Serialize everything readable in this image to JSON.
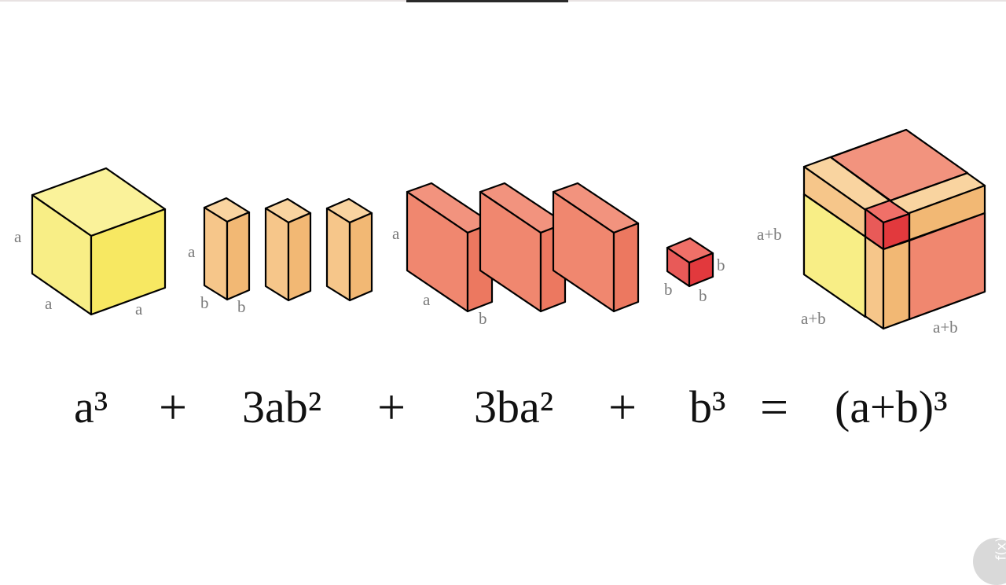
{
  "labels": {
    "cube_a_height": "a",
    "cube_a_depth": "a",
    "cube_a_width": "a",
    "rod_height": "a",
    "rod_depth": "b",
    "rod_width": "b",
    "slab_height": "a",
    "slab_depth": "a",
    "slab_width": "b",
    "cube_b_right": "b",
    "cube_b_left": "b",
    "cube_b_front": "b",
    "big_height": "a+b",
    "big_depth": "a+b",
    "big_width": "a+b"
  },
  "equation": {
    "term1": "a³",
    "plus1": "+",
    "term2": "3ab²",
    "plus2": "+",
    "term3": "3ba²",
    "plus3": "+",
    "term4": "b³",
    "equals": "=",
    "result": "(a+b)³"
  },
  "colors": {
    "yellow_top": "#faf29a",
    "yellow_front": "#f8ee86",
    "yellow_side": "#f7e862",
    "light_orange_top": "#f9d4a0",
    "light_orange_front": "#f6c68a",
    "light_orange_side": "#f2b874",
    "salmon_top": "#f2937e",
    "salmon_front": "#f0876f",
    "salmon_side": "#ec7860",
    "red_top": "#f07068",
    "red_front": "#e85a58",
    "red_side": "#e2393d"
  },
  "corner_icon": "fx-icon",
  "corner_label": "f(x)"
}
